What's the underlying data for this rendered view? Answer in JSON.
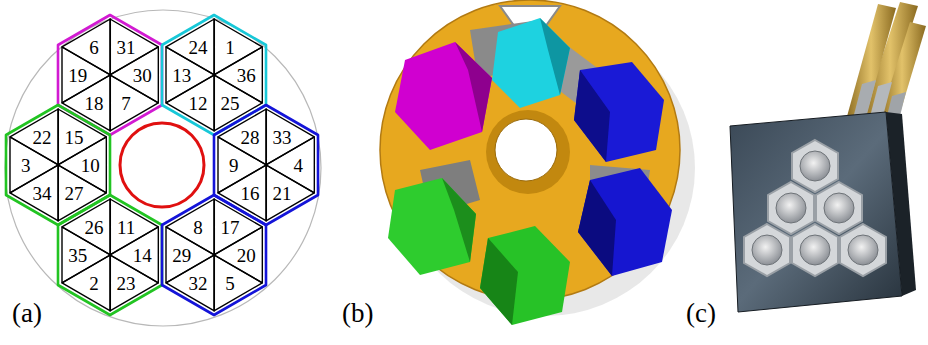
{
  "diagram": {
    "nodes": [
      {
        "text": [
          "6"
        ]
      },
      {
        "text": [
          "31"
        ]
      },
      {
        "text": [
          "24"
        ]
      },
      {
        "text": [
          "1"
        ]
      },
      {
        "text": [
          "19"
        ]
      },
      {
        "text": [
          "30"
        ]
      },
      {
        "text": [
          "13"
        ]
      },
      {
        "text": [
          "36"
        ]
      },
      {
        "text": [
          "18"
        ]
      },
      {
        "text": [
          "7"
        ]
      },
      {
        "text": [
          "12"
        ]
      },
      {
        "text": [
          "25"
        ]
      },
      {
        "text": [
          "22"
        ]
      },
      {
        "text": [
          "15"
        ]
      },
      {
        "text": [
          "28"
        ]
      },
      {
        "text": [
          "33"
        ]
      },
      {
        "text": [
          "3"
        ]
      },
      {
        "text": [
          "10"
        ]
      },
      {
        "text": [
          "9"
        ]
      },
      {
        "text": [
          "4"
        ]
      },
      {
        "text": [
          "34"
        ]
      },
      {
        "text": [
          "27"
        ]
      },
      {
        "text": [
          "16"
        ]
      },
      {
        "text": [
          "21"
        ]
      },
      {
        "text": [
          "26"
        ]
      },
      {
        "text": [
          "11"
        ]
      },
      {
        "text": [
          "8"
        ]
      },
      {
        "text": [
          "17"
        ]
      },
      {
        "text": [
          "35"
        ]
      },
      {
        "text": [
          "14"
        ]
      },
      {
        "text": [
          "29"
        ]
      },
      {
        "text": [
          "20"
        ]
      },
      {
        "text": [
          "2"
        ]
      },
      {
        "text": [
          "23"
        ]
      },
      {
        "text": [
          "32"
        ]
      },
      {
        "text": [
          "5"
        ]
      }
    ],
    "labels": [
      "(a)",
      "(b)",
      "(c)"
    ]
  }
}
